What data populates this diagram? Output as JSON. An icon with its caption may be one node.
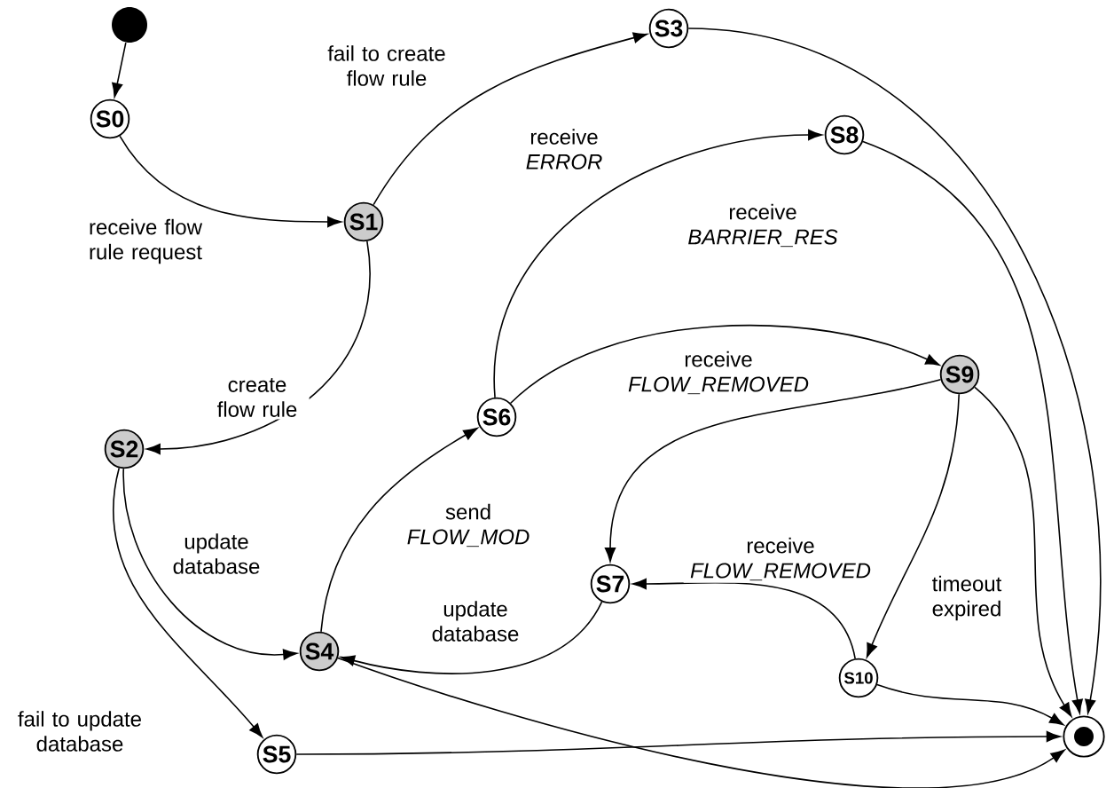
{
  "diagram": {
    "nodes": [
      {
        "text": [],
        "shape": "circle"
      },
      {
        "text": [
          "S0"
        ]
      },
      {
        "text": [
          "S1"
        ]
      },
      {
        "text": [
          "S2"
        ]
      },
      {
        "text": [
          "S3"
        ]
      },
      {
        "text": [
          "S4"
        ]
      },
      {
        "text": [
          "S5"
        ]
      },
      {
        "text": [
          "S6"
        ]
      },
      {
        "text": [
          "S7"
        ]
      },
      {
        "text": [
          "S8"
        ]
      },
      {
        "text": [
          "S9"
        ]
      },
      {
        "text": [
          "S10"
        ]
      },
      {
        "text": [],
        "shape": "circle"
      }
    ],
    "edges": [
      {
        "from": 0,
        "to": 1,
        "arrow": "to"
      },
      {
        "from": 1,
        "to": 2,
        "arrow": "to",
        "label": "receive flow rule request"
      },
      {
        "from": 2,
        "to": 4,
        "arrow": "to",
        "label": "fail to create flow rule"
      },
      {
        "from": 2,
        "to": 3,
        "arrow": "to",
        "label": "create flow rule"
      },
      {
        "from": 7,
        "to": 9,
        "arrow": "to",
        "label": "receive *ERROR*"
      },
      {
        "from": 7,
        "to": 10,
        "arrow": "to",
        "label": "receive *BARRIER_RES*"
      },
      {
        "from": 10,
        "to": 8,
        "arrow": "to",
        "label": "receive *FLOW_REMOVED*"
      },
      {
        "from": 11,
        "to": 8,
        "arrow": "to",
        "label": "receive *FLOW_REMOVED*"
      },
      {
        "from": 10,
        "to": 11,
        "arrow": "to",
        "label": "timeout expired"
      },
      {
        "from": 3,
        "to": 5,
        "arrow": "to",
        "label": "update database"
      },
      {
        "from": 3,
        "to": 6,
        "arrow": "to",
        "label": "fail to update database"
      },
      {
        "from": 5,
        "to": 7,
        "arrow": "to",
        "label": "send *FLOW_MOD*"
      },
      {
        "from": 8,
        "to": 5,
        "arrow": "to",
        "label": "update database"
      },
      {
        "from": 4,
        "to": 12,
        "arrow": "to"
      },
      {
        "from": 9,
        "to": 12,
        "arrow": "to"
      },
      {
        "from": 10,
        "to": 12,
        "arrow": "to"
      },
      {
        "from": 11,
        "to": 12,
        "arrow": "to"
      },
      {
        "from": 5,
        "to": 12,
        "arrow": "to"
      },
      {
        "from": 6,
        "to": 12,
        "arrow": "to"
      }
    ]
  }
}
